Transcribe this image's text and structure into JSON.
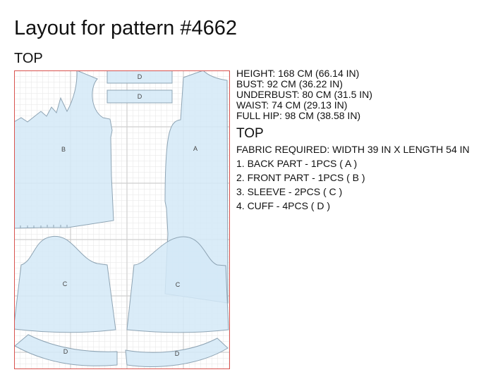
{
  "header": {
    "title": "Layout for pattern #4662",
    "subtitle": "TOP"
  },
  "measurements": [
    "HEIGHT: 168 CM (66.14 IN)",
    "BUST: 92 CM (36.22 IN)",
    "UNDERBUST: 80 CM (31.5 IN)",
    "WAIST: 74 CM (29.13 IN)",
    "FULL HIP: 98 CM (38.58 IN)"
  ],
  "details": {
    "title": "TOP",
    "fabric": "FABRIC REQUIRED: WIDTH 39 IN X LENGTH 54 IN",
    "pieces": [
      "1. BACK PART - 1PCS ( A )",
      "2. FRONT PART - 1PCS ( B )",
      "3. SLEEVE - 2PCS ( C )",
      "4. CUFF - 4PCS ( D )"
    ]
  },
  "layout": {
    "colors": {
      "piece_fill": "#d4e9f7",
      "piece_stroke": "#8ea4b4",
      "border": "#d9534f",
      "grid_minor": "#e6e6e6",
      "grid_major": "#cfcfcf"
    },
    "labels": {
      "front": "B",
      "back": "A",
      "cuff_top_1": "D",
      "cuff_top_2": "D",
      "sleeve_left": "C",
      "sleeve_right": "C",
      "cuff_bottom_left": "D",
      "cuff_bottom_right": "D"
    }
  }
}
